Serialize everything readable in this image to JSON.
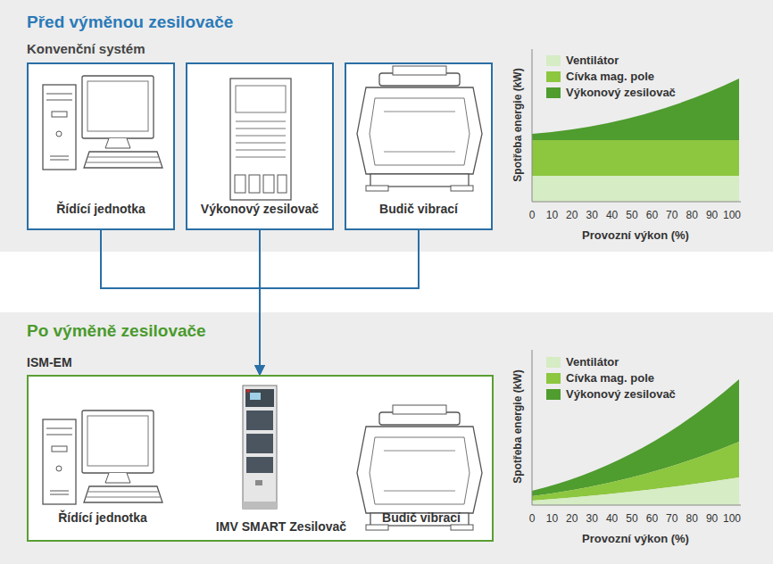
{
  "diagram": {
    "nodes": [
      {
        "text": [
          "Před výměnou zesilovače",
          "Konvenční systém"
        ]
      },
      {
        "text": [
          "Řídící jednotka"
        ],
        "in": 0
      },
      {
        "text": [
          "Výkonový zesilovač"
        ],
        "in": 0
      },
      {
        "text": [
          "Budič vibrací"
        ],
        "in": 0
      },
      {
        "text": [
          "Po výměně zesilovače"
        ]
      },
      {
        "text": [
          "ISM-EM"
        ],
        "in": 4
      },
      {
        "text": [
          "Řídící jednotka"
        ],
        "in": 5
      },
      {
        "text": [
          "IMV SMART Zesilovač"
        ],
        "in": 5
      },
      {
        "text": [
          "Budič vibrací"
        ],
        "in": 5
      }
    ],
    "edges": [
      {
        "from": 1,
        "to": 5,
        "arrow": "to"
      },
      {
        "from": 2,
        "to": 5,
        "arrow": "to"
      },
      {
        "from": 3,
        "to": 5,
        "arrow": "to"
      }
    ],
    "labels": [
      "Spotřeba energie (kW)",
      "0",
      "10",
      "20",
      "30",
      "40",
      "50",
      "60",
      "70",
      "80",
      "90",
      "100",
      "Provozní výkon (%)",
      "Spotřeba energie (kW)",
      "0",
      "10",
      "20",
      "30",
      "40",
      "50",
      "60",
      "70",
      "80",
      "90",
      "100",
      "Provozní výkon (%)"
    ],
    "legend": [
      {
        "text": "Ventilátor",
        "color": "#d6ecc4"
      },
      {
        "text": "Cívka mag. pole",
        "color": "#8dc63f"
      },
      {
        "text": "Výkonový zesilovač",
        "color": "#4f9c2f"
      },
      {
        "text": "Ventilátor",
        "color": "#d6ecc4"
      },
      {
        "text": "Cívka mag. pole",
        "color": "#8dc63f"
      },
      {
        "text": "Výkonový zesilovač",
        "color": "#4f9c2f"
      }
    ]
  }
}
